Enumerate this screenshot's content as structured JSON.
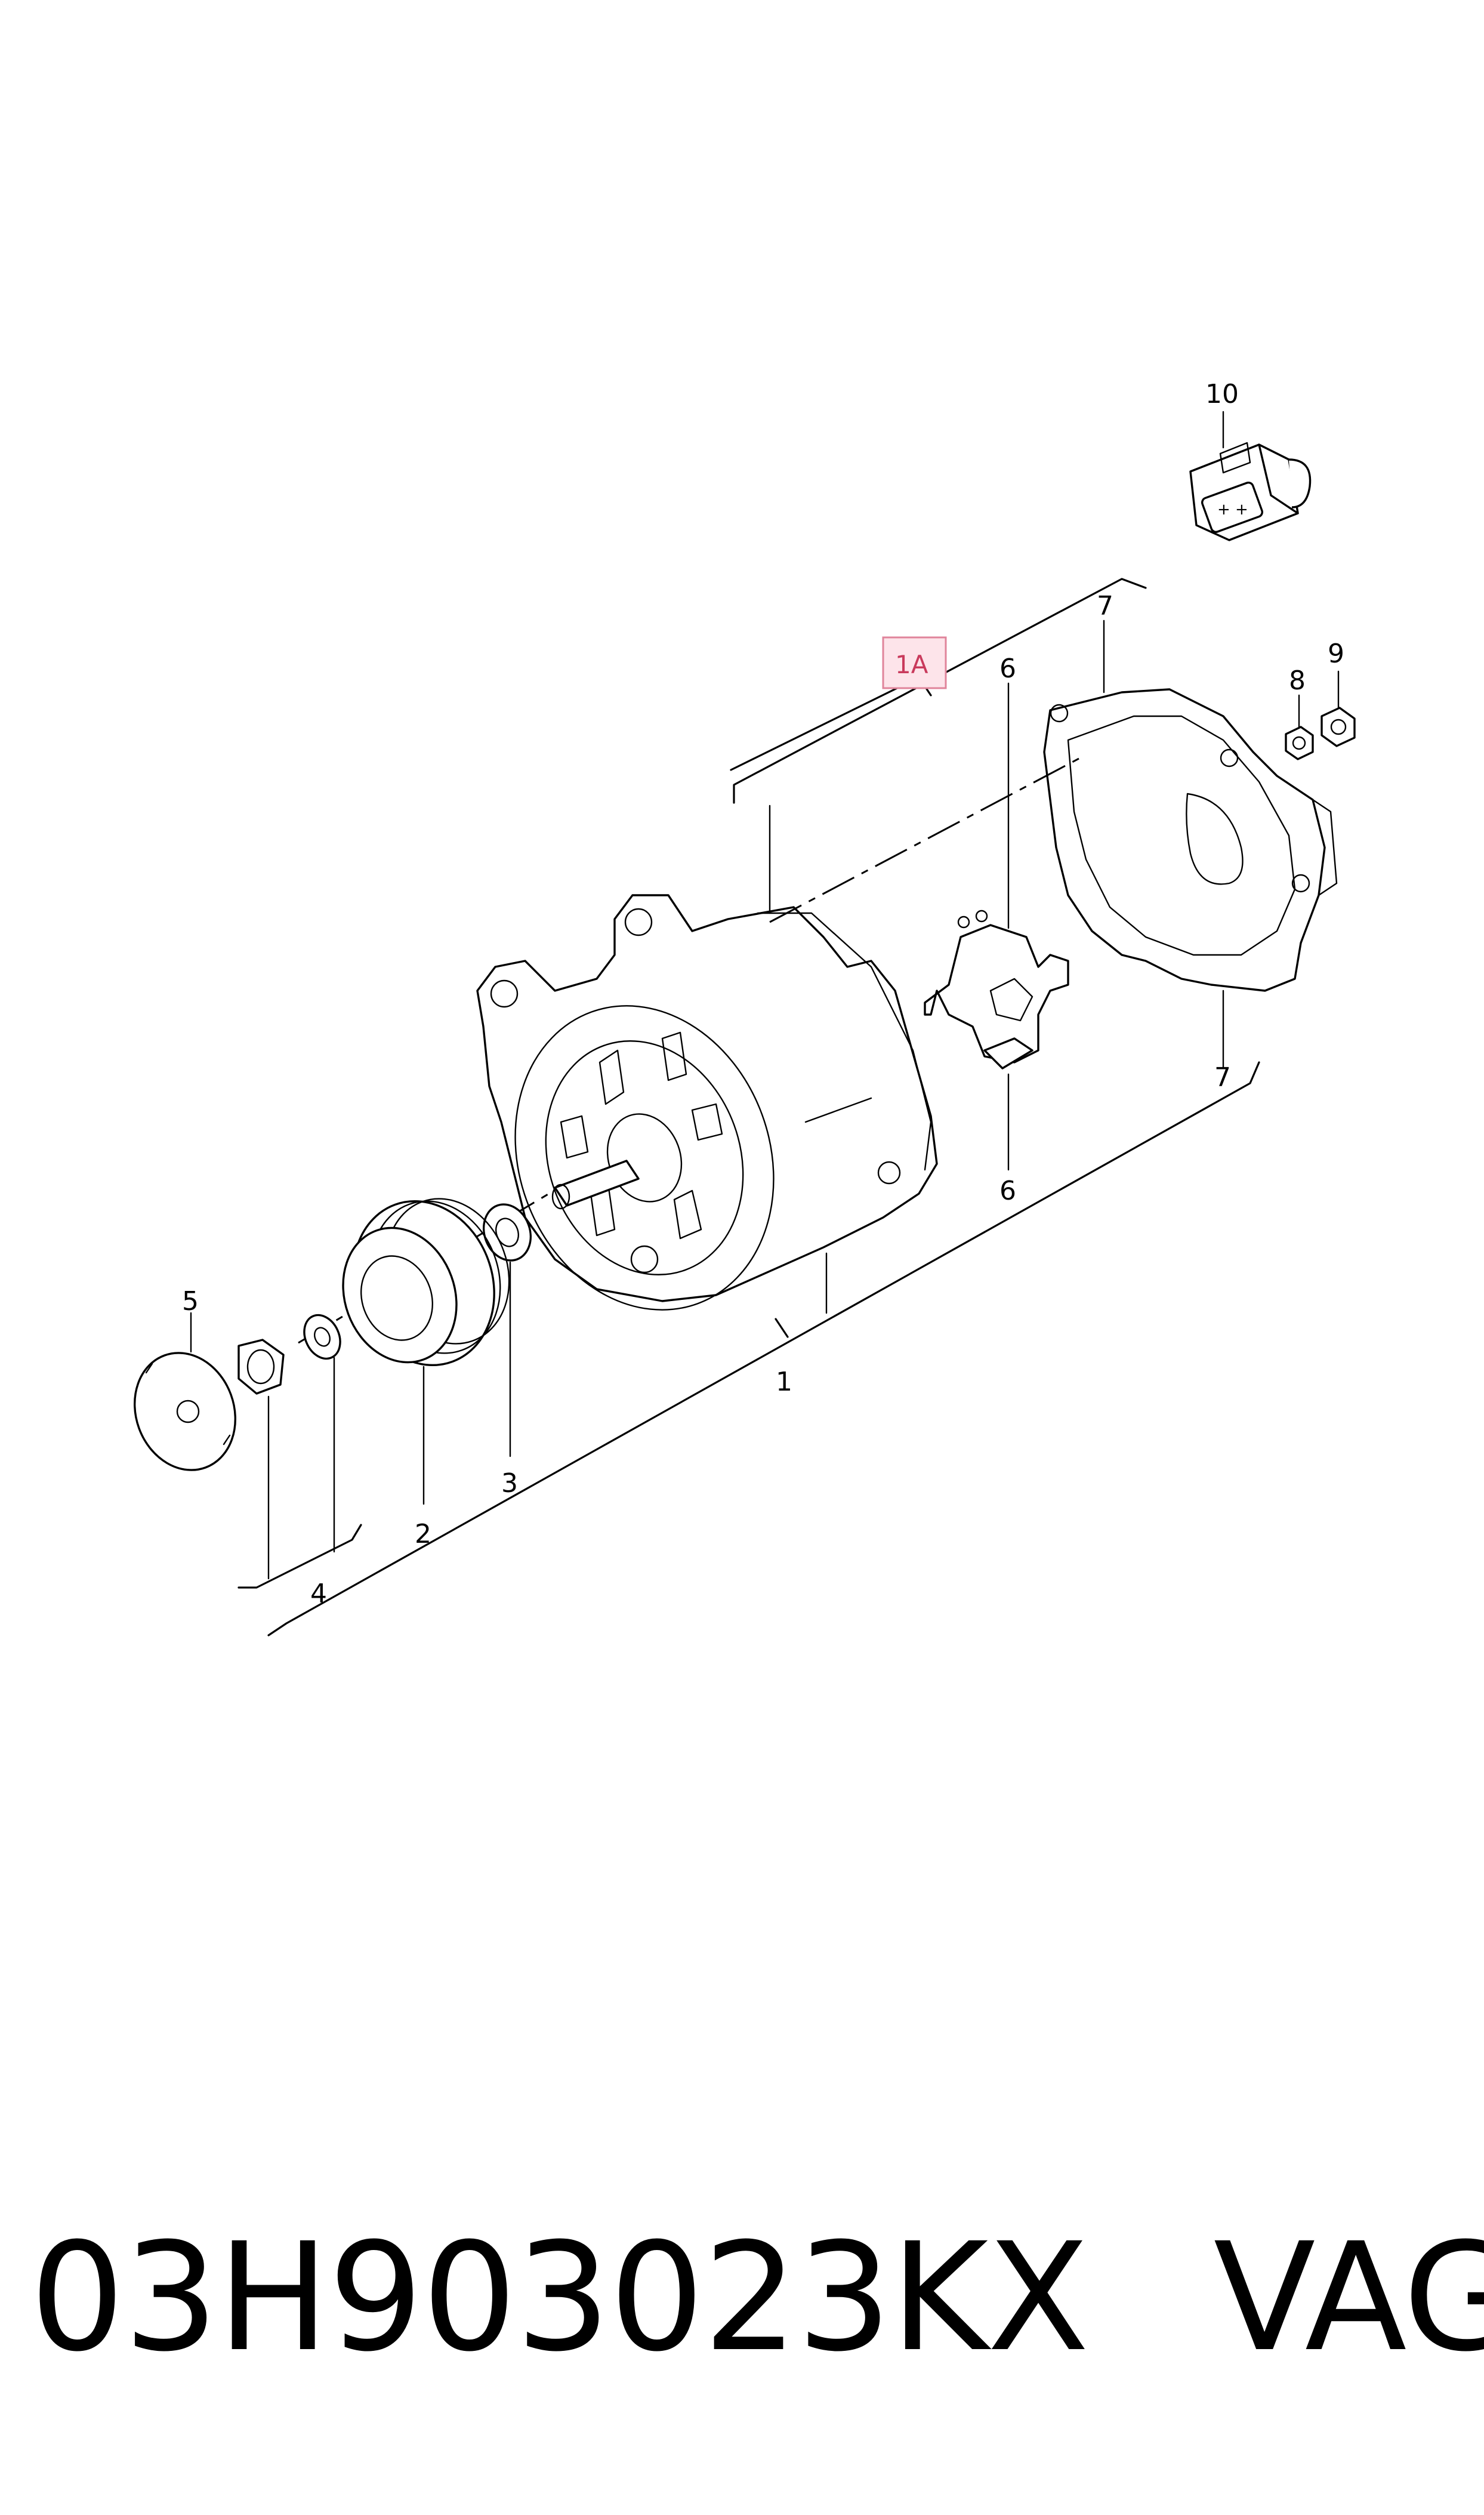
{
  "callouts": {
    "c1": "1",
    "c1a": "1A",
    "c2": "2",
    "c3": "3",
    "c4": "4",
    "c5": "5",
    "c6_top": "6",
    "c6_bottom": "6",
    "c7_top": "7",
    "c7_bottom": "7",
    "c8": "8",
    "c9": "9",
    "c10": "10"
  },
  "caption": {
    "part_number": "03H903023KX",
    "brand": "VAG"
  },
  "colors": {
    "line": "#000000",
    "highlight_fill": "#fde4ea",
    "highlight_stroke": "#e0849b",
    "highlight_text": "#c93a5c"
  }
}
